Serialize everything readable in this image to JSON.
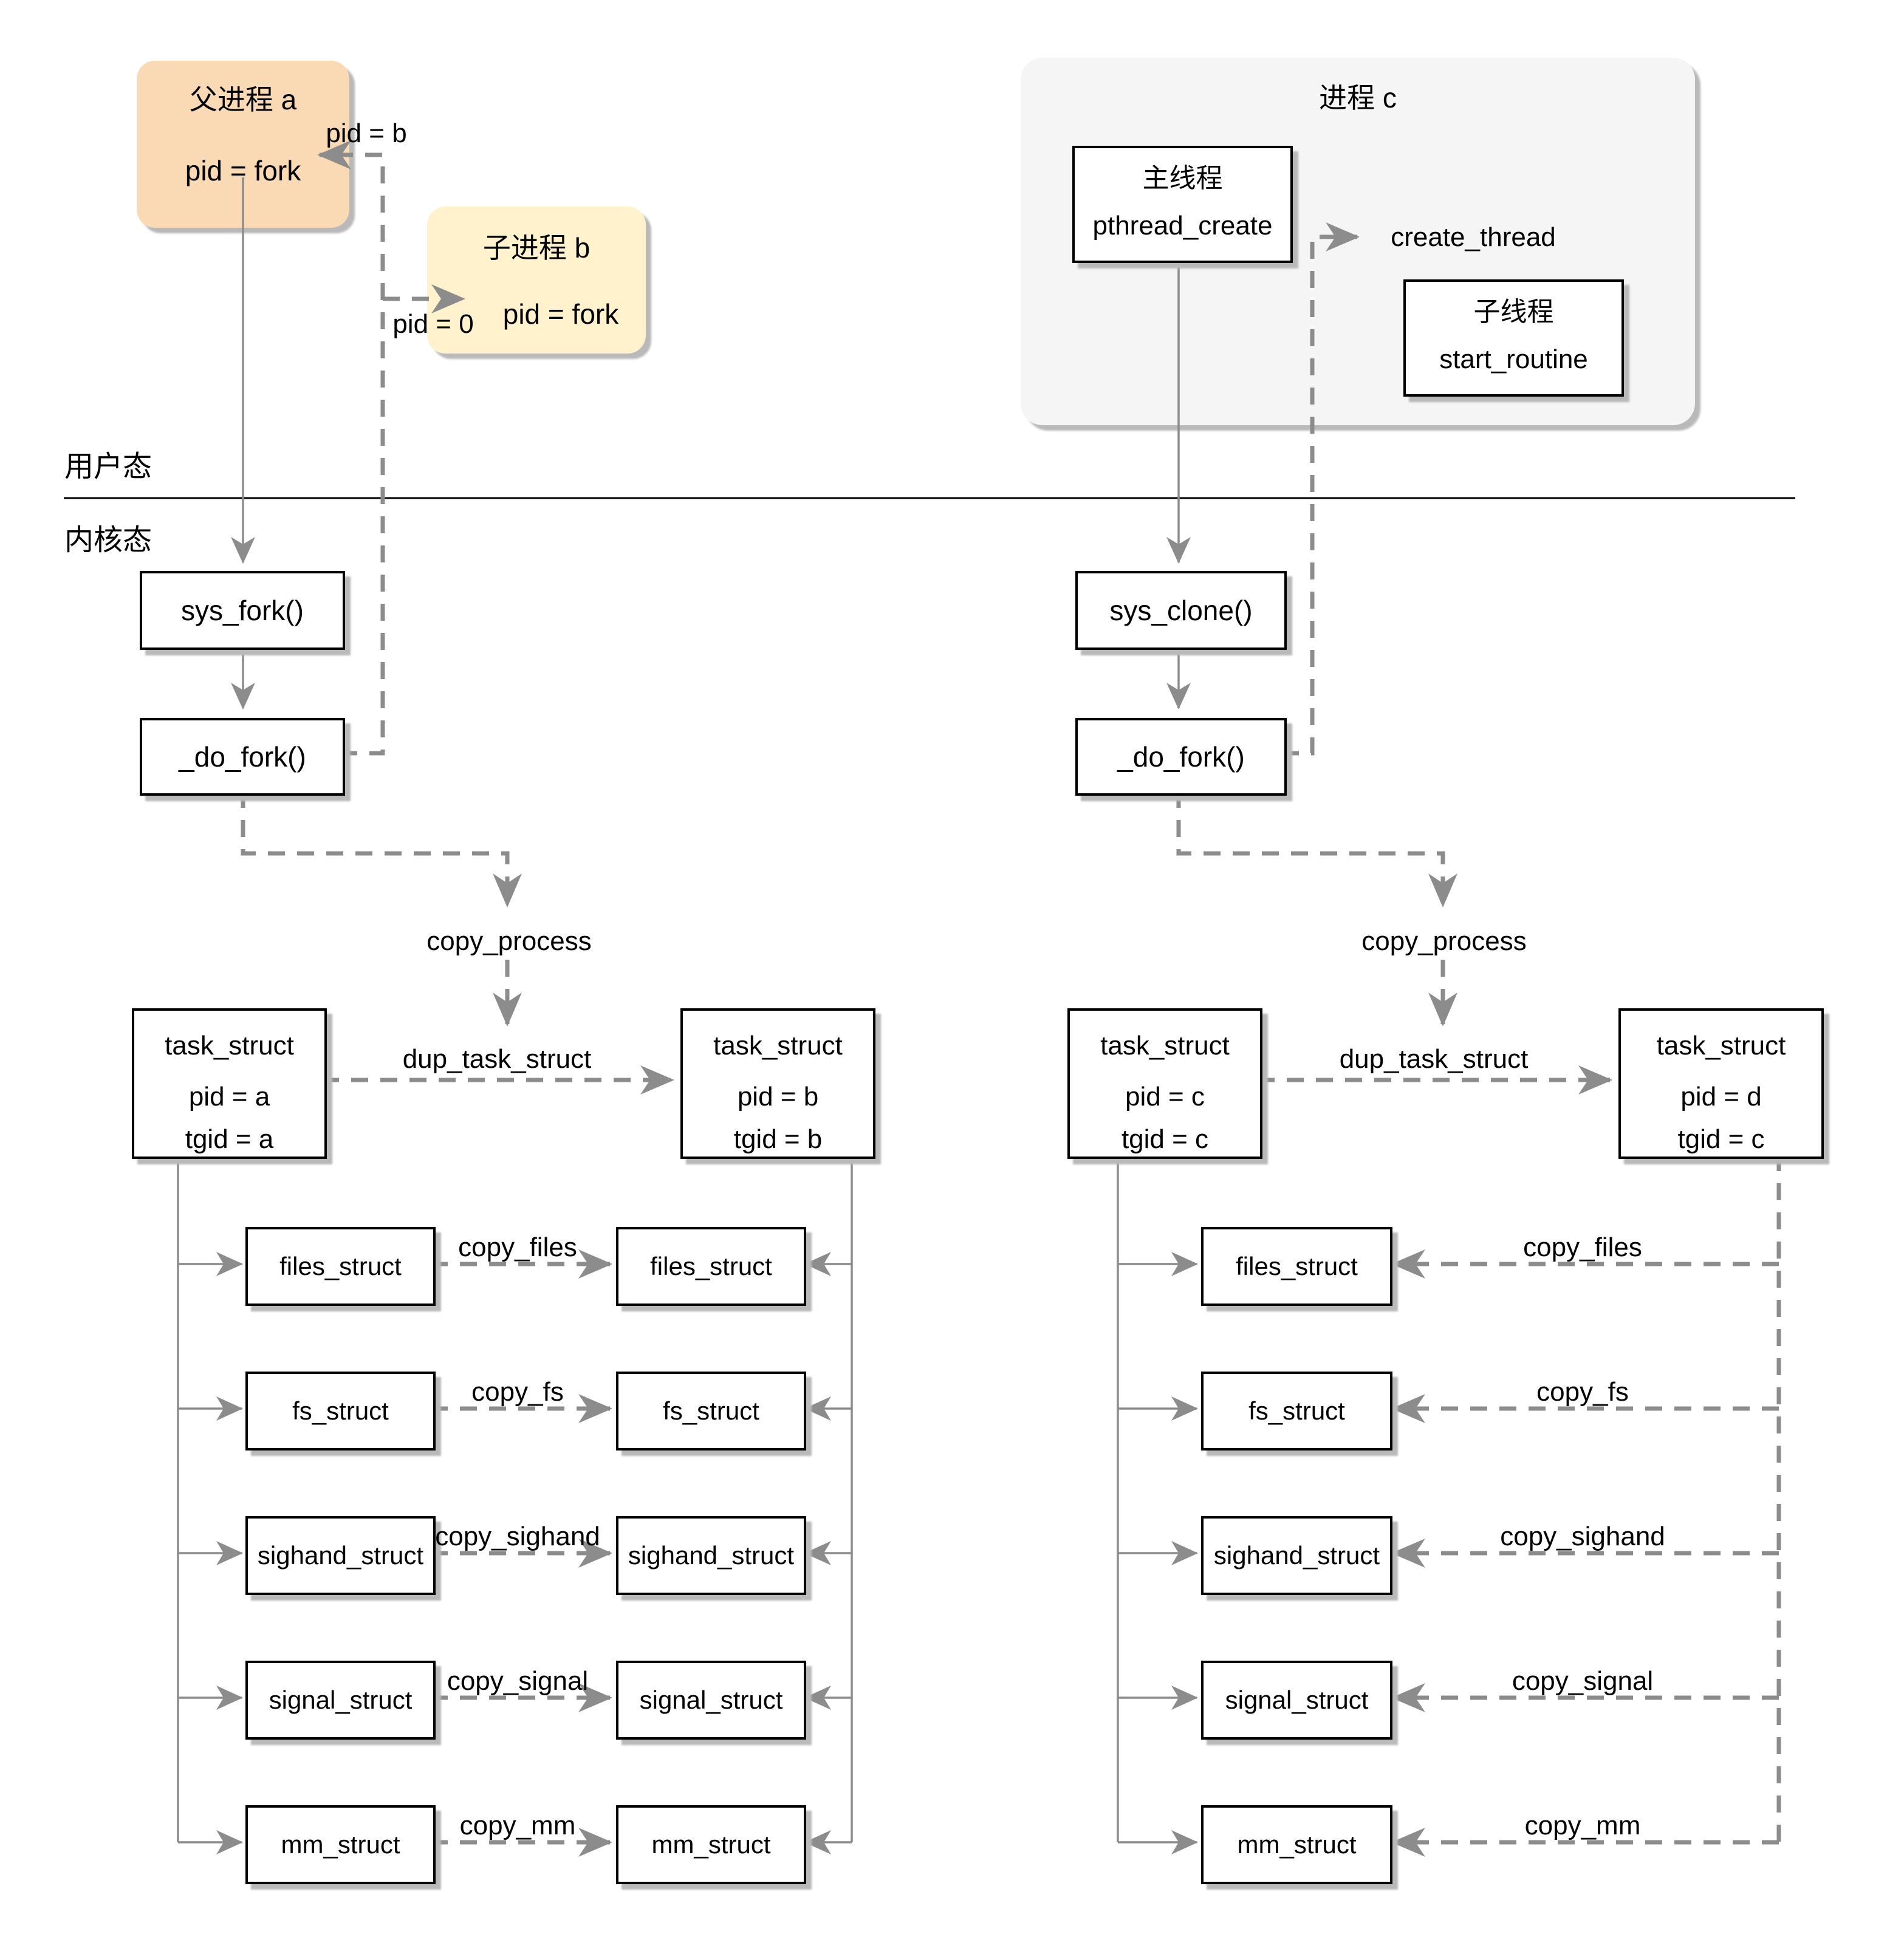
{
  "modes": {
    "user": "用户态",
    "kernel": "内核态"
  },
  "user_space": {
    "parent_process": {
      "title": "父进程 a",
      "body": "pid = fork"
    },
    "child_process": {
      "title": "子进程 b",
      "body": "pid = fork"
    },
    "return_to_parent": "pid = b",
    "return_to_child": "pid = 0",
    "process_c": {
      "title": "进程 c",
      "main_thread": {
        "title": "主线程",
        "body": "pthread_create"
      },
      "child_thread": {
        "title": "子线程",
        "body": "start_routine"
      },
      "create_thread": "create_thread"
    }
  },
  "fork_flow": {
    "syscall": "sys_fork()",
    "do_fork": "_do_fork()",
    "copy_process": "copy_process",
    "dup_task_struct": "dup_task_struct",
    "parent_task": {
      "title": "task_struct",
      "pid": "pid = a",
      "tgid": "tgid = a"
    },
    "child_task": {
      "title": "task_struct",
      "pid": "pid = b",
      "tgid": "tgid = b"
    }
  },
  "clone_flow": {
    "syscall": "sys_clone()",
    "do_fork": "_do_fork()",
    "copy_process": "copy_process",
    "dup_task_struct": "dup_task_struct",
    "parent_task": {
      "title": "task_struct",
      "pid": "pid = c",
      "tgid": "tgid = c"
    },
    "child_task": {
      "title": "task_struct",
      "pid": "pid = d",
      "tgid": "tgid = c"
    }
  },
  "struct_rows": [
    {
      "name": "files_struct",
      "copy_fn": "copy_files"
    },
    {
      "name": "fs_struct",
      "copy_fn": "copy_fs"
    },
    {
      "name": "sighand_struct",
      "copy_fn": "copy_sighand"
    },
    {
      "name": "signal_struct",
      "copy_fn": "copy_signal"
    },
    {
      "name": "mm_struct",
      "copy_fn": "copy_mm"
    }
  ],
  "colors": {
    "parent_box": "#FAD9B5",
    "child_box": "#FFF2CC",
    "process_box": "#F5F5F5",
    "connector": "#8C8C8C",
    "border": "#000000"
  }
}
